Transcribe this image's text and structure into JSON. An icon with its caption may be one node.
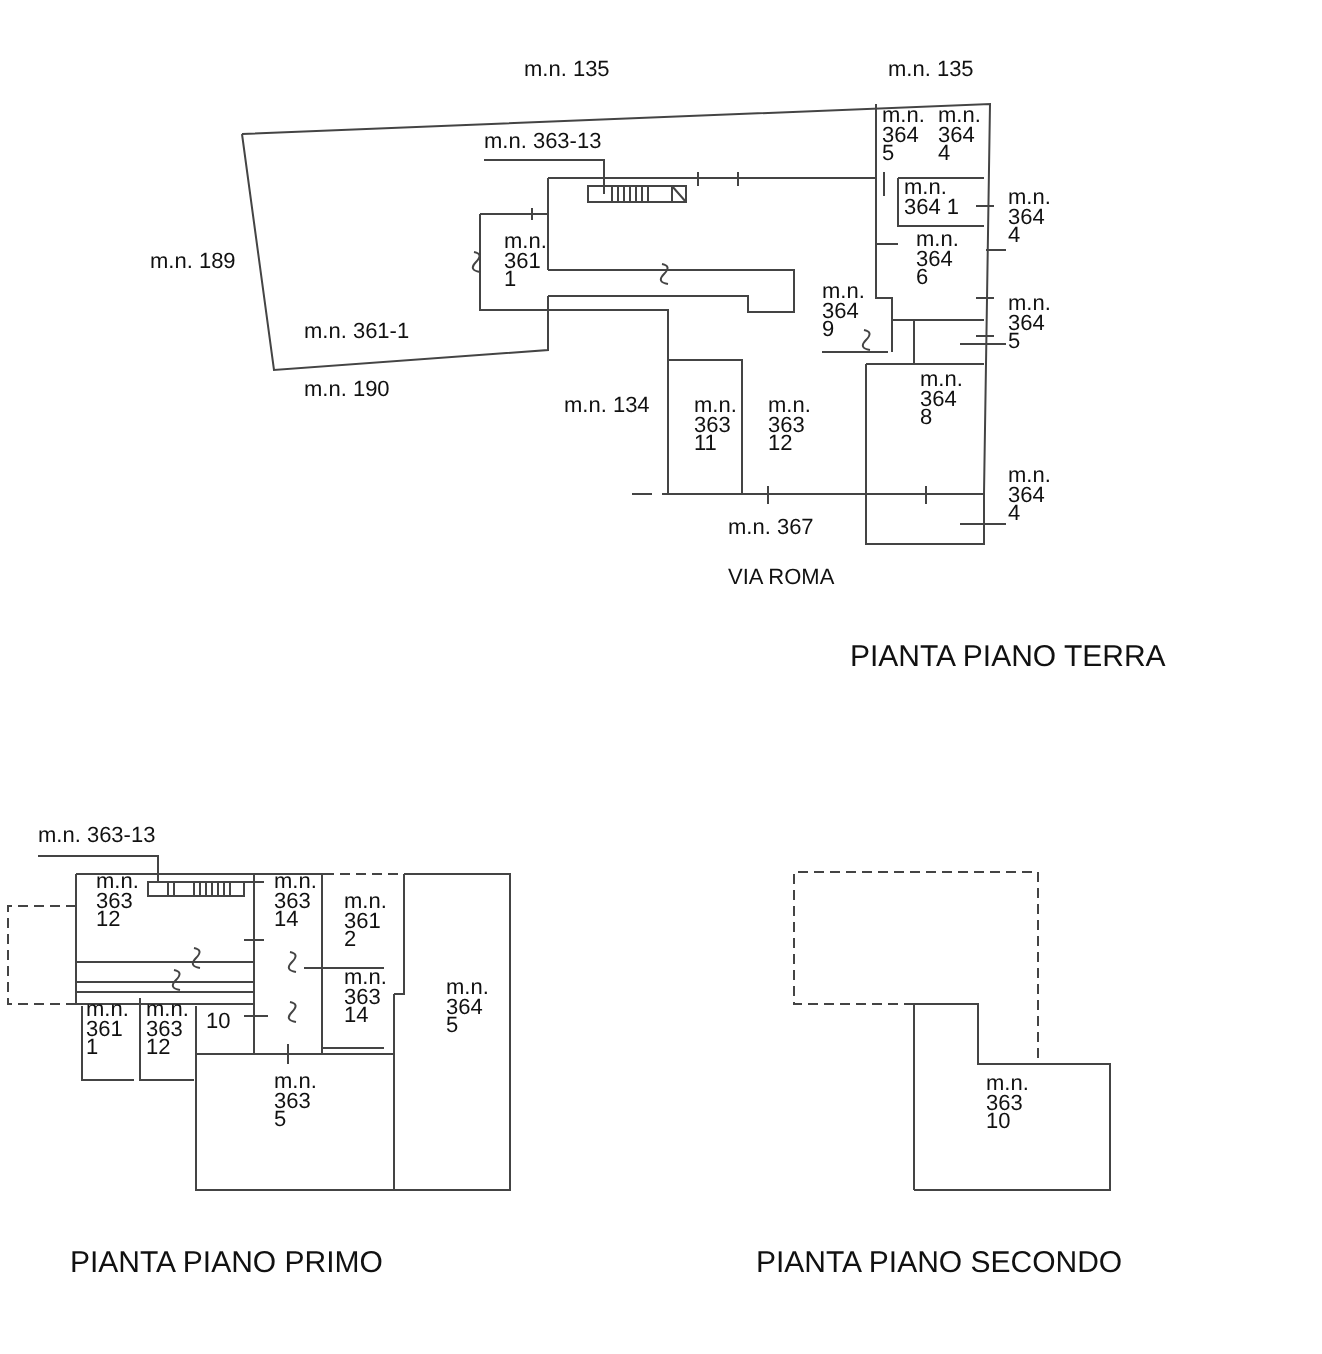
{
  "diagram": {
    "nodes": [
      {
        "text": [
          "m.n. 363-13"
        ]
      },
      {
        "text": [
          "m.n. 364 9"
        ]
      },
      {
        "text": [
          "m.n. 364 4"
        ]
      },
      {
        "text": [
          "m.n. 364 5"
        ]
      },
      {
        "text": [
          "m.n. 364 4"
        ]
      },
      {
        "text": [
          "m.n. 363-13"
        ]
      }
    ],
    "edges": [
      {
        "from": 0,
        "to": null,
        "arrow": "none"
      },
      {
        "from": 1,
        "to": null,
        "arrow": "none"
      },
      {
        "from": 2,
        "to": null,
        "arrow": "none"
      },
      {
        "from": 3,
        "to": null,
        "arrow": "none"
      },
      {
        "from": 4,
        "to": null,
        "arrow": "none"
      },
      {
        "from": 5,
        "to": null,
        "arrow": "none"
      }
    ],
    "labels": [
      "m.n. 135",
      "m.n. 135",
      "m.n. 189",
      "m.n. 361 1",
      "m.n. 361-1",
      "m.n. 190",
      "m.n. 364 5",
      "m.n. 364 4",
      "m.n. 364 1",
      "m.n. 364 6",
      "m.n. 364 8",
      "m.n. 134",
      "m.n. 363 11",
      "m.n. 363 12",
      "m.n. 367",
      "VIA ROMA",
      "PIANTA PIANO TERRA",
      "m.n. 363 12",
      "m.n. 363 14",
      "m.n. 361 2",
      "m.n. 363 14",
      "m.n. 361 1",
      "m.n. 363 12",
      "10",
      "m.n. 364 5",
      "m.n. 363 5",
      "m.n. 363 10",
      "PIANTA PIANO PRIMO",
      "PIANTA PIANO SECONDO"
    ]
  }
}
